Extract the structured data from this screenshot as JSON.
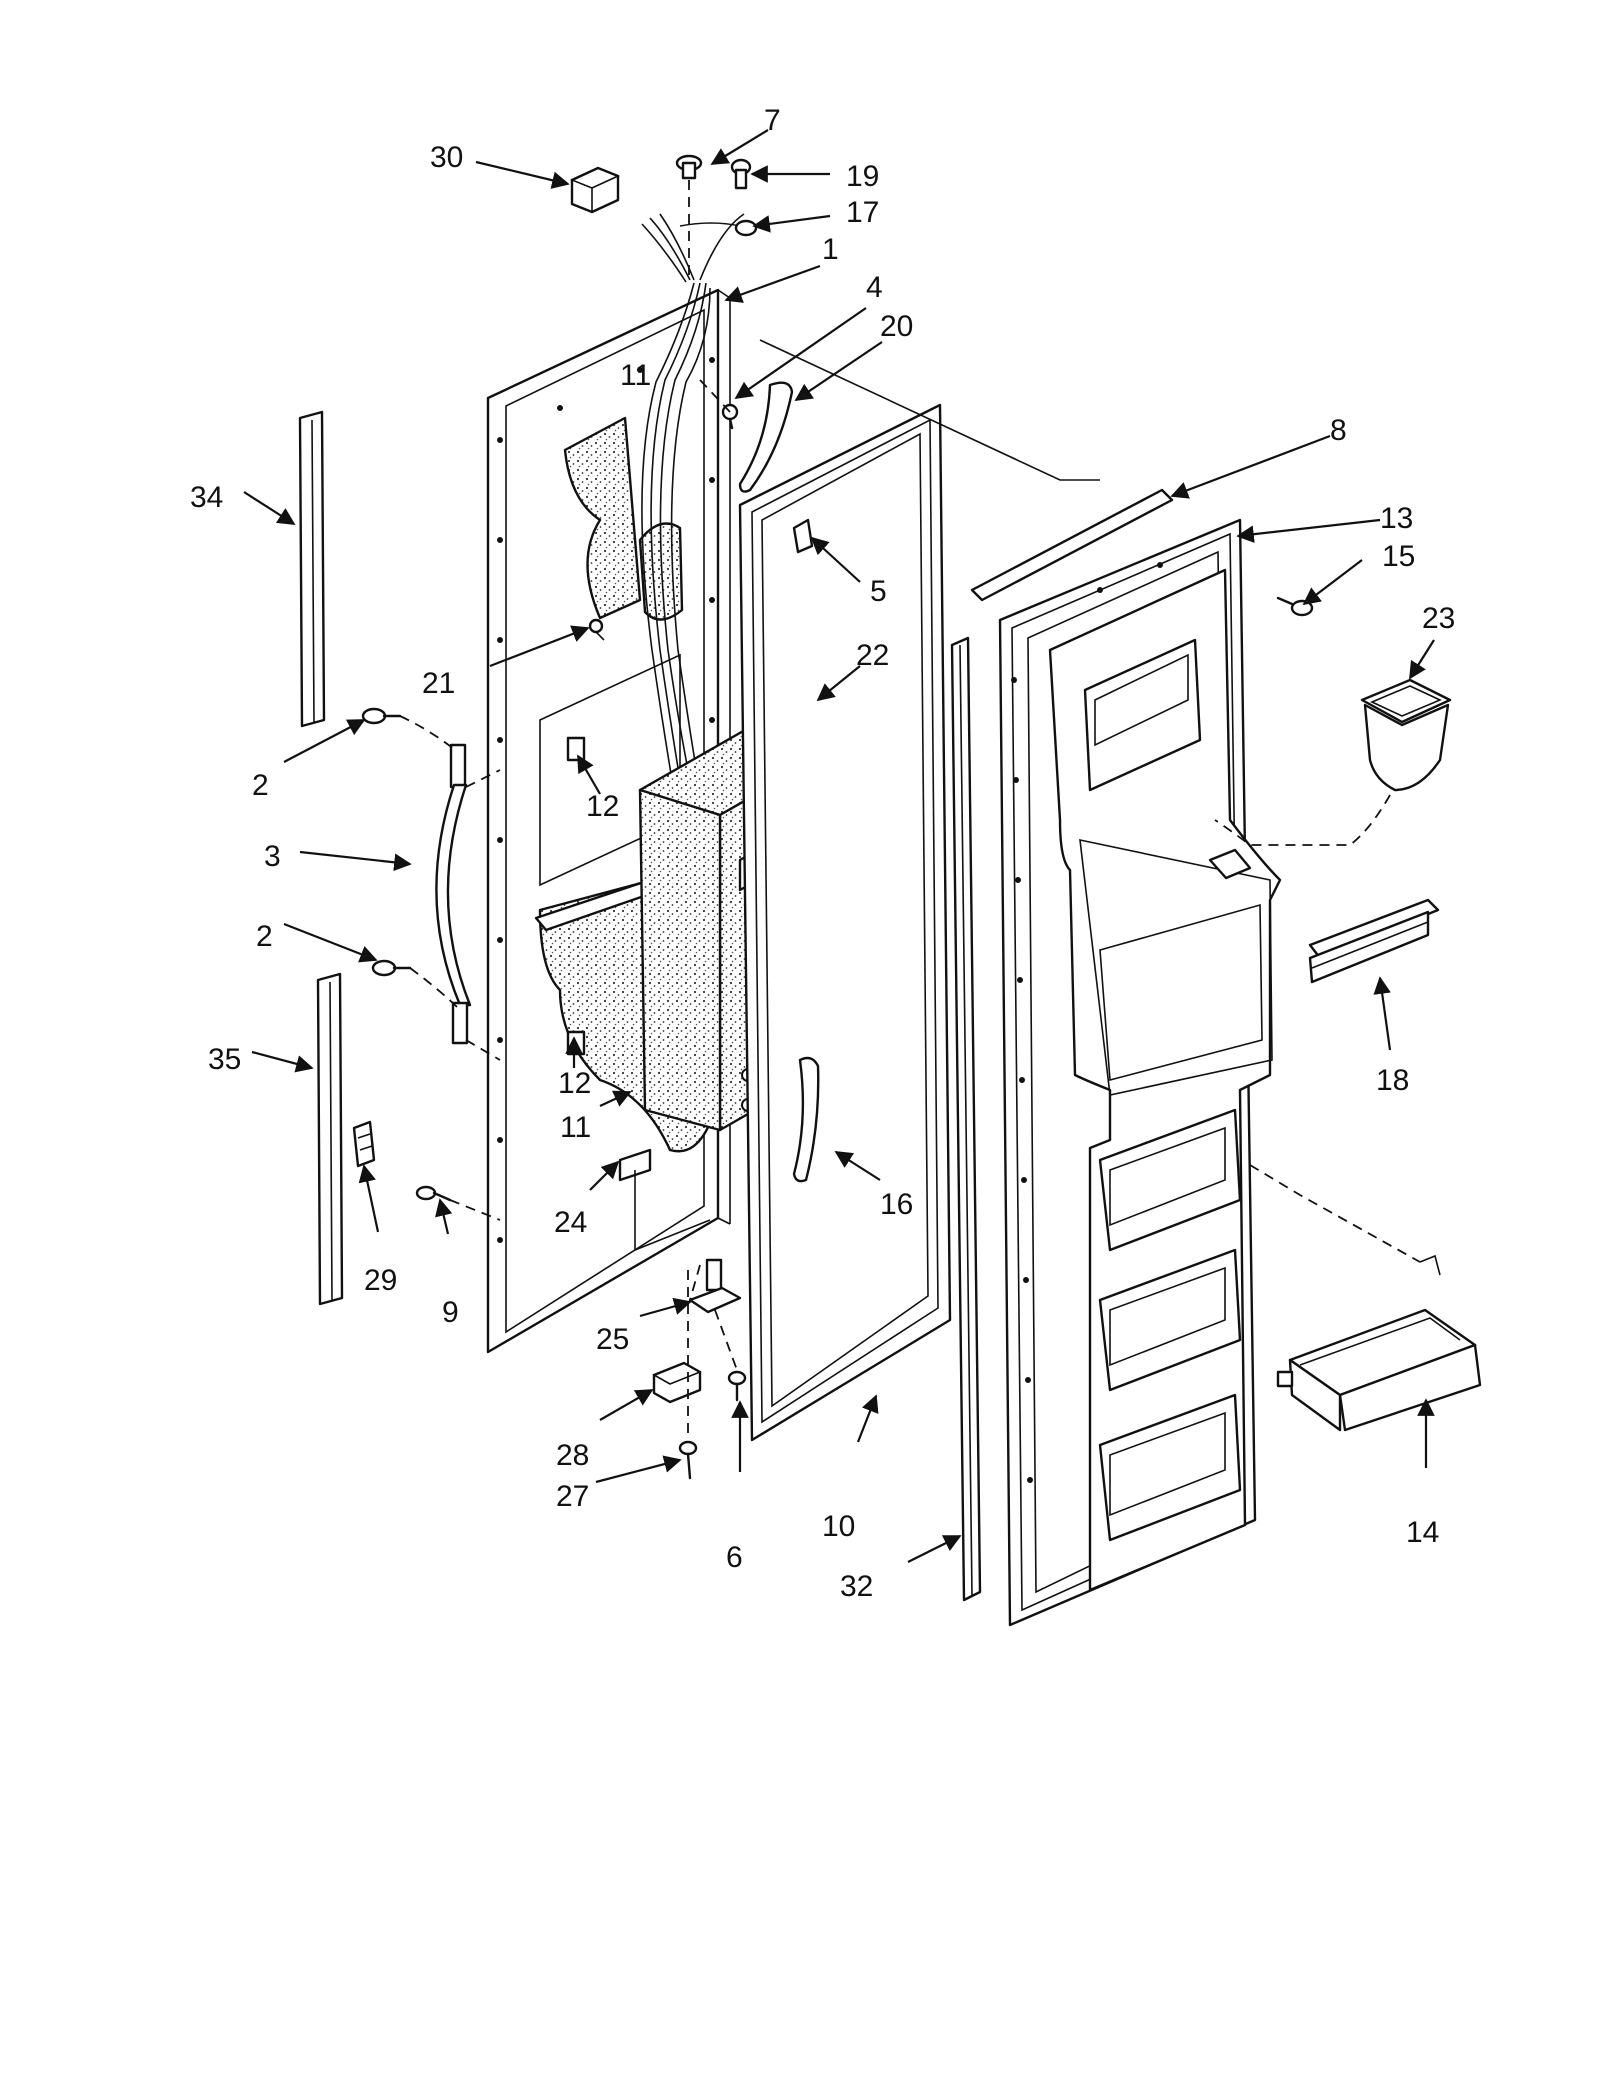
{
  "callouts": [
    {
      "id": "7",
      "text": "7"
    },
    {
      "id": "30",
      "text": "30"
    },
    {
      "id": "19",
      "text": "19"
    },
    {
      "id": "17",
      "text": "17"
    },
    {
      "id": "1",
      "text": "1"
    },
    {
      "id": "4",
      "text": "4"
    },
    {
      "id": "20",
      "text": "20"
    },
    {
      "id": "11a",
      "text": "11"
    },
    {
      "id": "8",
      "text": "8"
    },
    {
      "id": "34",
      "text": "34"
    },
    {
      "id": "13",
      "text": "13"
    },
    {
      "id": "15",
      "text": "15"
    },
    {
      "id": "5",
      "text": "5"
    },
    {
      "id": "23",
      "text": "23"
    },
    {
      "id": "21",
      "text": "21"
    },
    {
      "id": "22",
      "text": "22"
    },
    {
      "id": "2a",
      "text": "2"
    },
    {
      "id": "12a",
      "text": "12"
    },
    {
      "id": "3",
      "text": "3"
    },
    {
      "id": "2b",
      "text": "2"
    },
    {
      "id": "18",
      "text": "18"
    },
    {
      "id": "35",
      "text": "35"
    },
    {
      "id": "12b",
      "text": "12"
    },
    {
      "id": "11b",
      "text": "11"
    },
    {
      "id": "16",
      "text": "16"
    },
    {
      "id": "24",
      "text": "24"
    },
    {
      "id": "29",
      "text": "29"
    },
    {
      "id": "9",
      "text": "9"
    },
    {
      "id": "25",
      "text": "25"
    },
    {
      "id": "28",
      "text": "28"
    },
    {
      "id": "27",
      "text": "27"
    },
    {
      "id": "6",
      "text": "6"
    },
    {
      "id": "10",
      "text": "10"
    },
    {
      "id": "14",
      "text": "14"
    },
    {
      "id": "32",
      "text": "32"
    }
  ]
}
